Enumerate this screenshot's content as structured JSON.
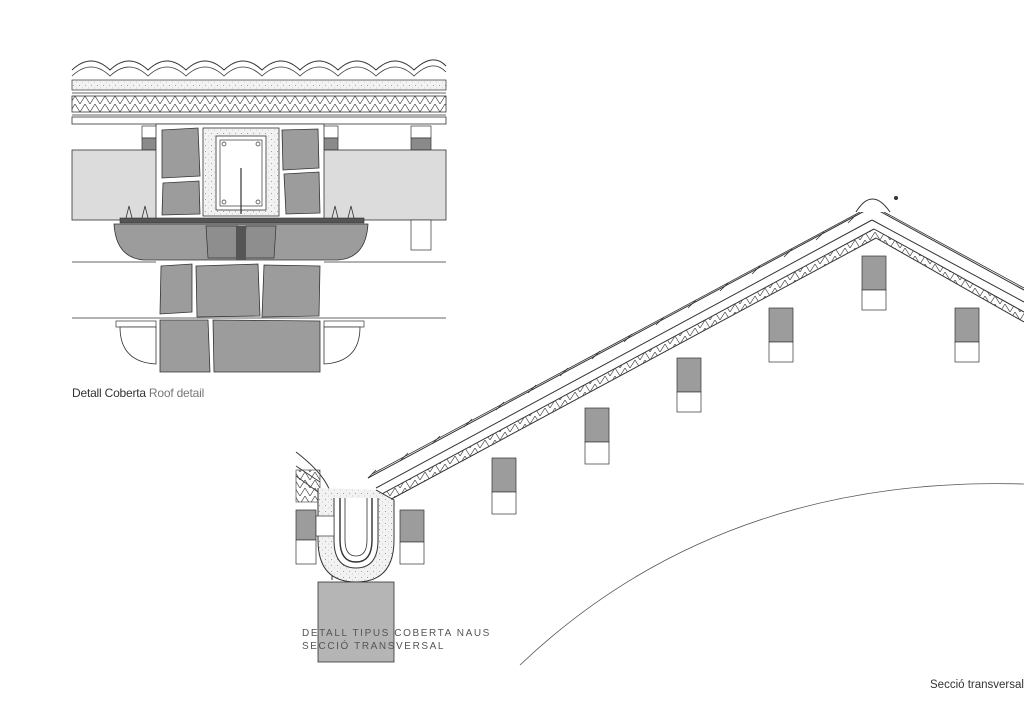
{
  "roof_detail": {
    "caption_main": "Detall Coberta",
    "caption_sub": "Roof detail"
  },
  "section_detail": {
    "line1": "DETALL  TIPUS  COBERTA  NAUS",
    "line2": "SECCIÓ  TRANSVERSAL"
  },
  "footer": {
    "section_label": "Secció transversal,"
  },
  "colors": {
    "ink": "#333333",
    "stone_fill": "#9c9c9c",
    "beam_fill": "#dcdcdc",
    "mortar_fill": "#efefef",
    "beam_fill_dark": "#b5b5b5"
  }
}
